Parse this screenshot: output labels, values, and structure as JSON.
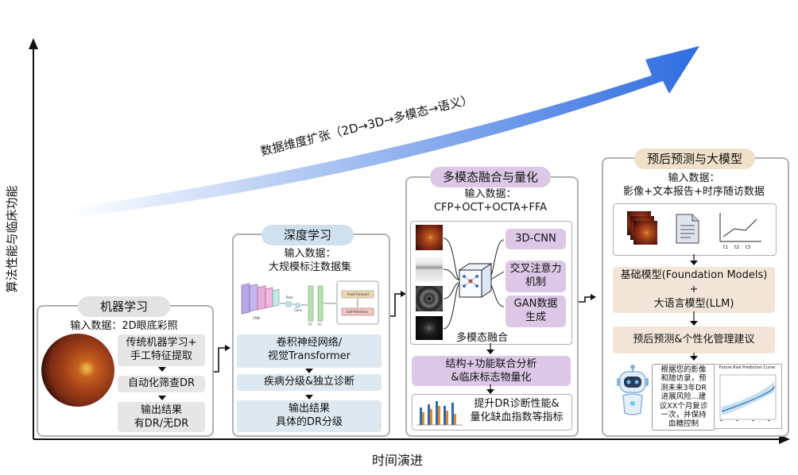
{
  "axes": {
    "y_label": "算法性能与临床功能",
    "x_label": "时间演进"
  },
  "trend_label": "数据维度扩张（2D→3D→多模态→语义）",
  "colors": {
    "arrow_blue": "#2f6de0",
    "pill_gray": "#e3e3e3",
    "pill_blue": "#cfe0ee",
    "pill_purple": "#dcc8e6",
    "pill_tan": "#f0e0c8"
  },
  "stages": [
    {
      "title": "机器学习",
      "input": "输入数据：2D眼底彩照",
      "steps": [
        "传统机器学习+\n手工特征提取",
        "自动化筛查DR",
        "输出结果\n有DR/无DR"
      ]
    },
    {
      "title": "深度学习",
      "input": "输入数据：\n大规模标注数据集",
      "arch_labels": [
        "CNN",
        "Pool",
        "Conv",
        "FC",
        "FC",
        "Feed Forward",
        "Self-Attention"
      ],
      "steps": [
        "卷积神经网络/\n视觉Transformer",
        "疾病分级&独立诊断",
        "输出结果\n具体的DR分级"
      ]
    },
    {
      "title": "多模态融合与量化",
      "input": "输入数据：\nCFP+OCT+OCTA+FFA",
      "methods": [
        "3D-CNN",
        "交叉注意力\n机制",
        "GAN数据\n生成"
      ],
      "fusion_label": "多模态融合",
      "steps": [
        "结构+功能联合分析\n&临床标志物量化",
        "提升DR诊断性能&\n量化缺血指数等指标"
      ]
    },
    {
      "title": "预后预测与大模型",
      "input": "输入数据：\n影像+文本报告+时序随访数据",
      "time_ticks": [
        "t1",
        "t2",
        "t3"
      ],
      "model_box": "基础模型(Foundation Models)\n+\n大语言模型(LLM)",
      "output_box": "预后预测&个性化管理建议",
      "bot_message": "根据您的影像\n和随访录，预\n测未来3年DR\n进展风险...建\n议XX个月复诊\n一次，并保持\n血糖控制",
      "curve_title": "Future Risk Prediction Curve"
    }
  ]
}
